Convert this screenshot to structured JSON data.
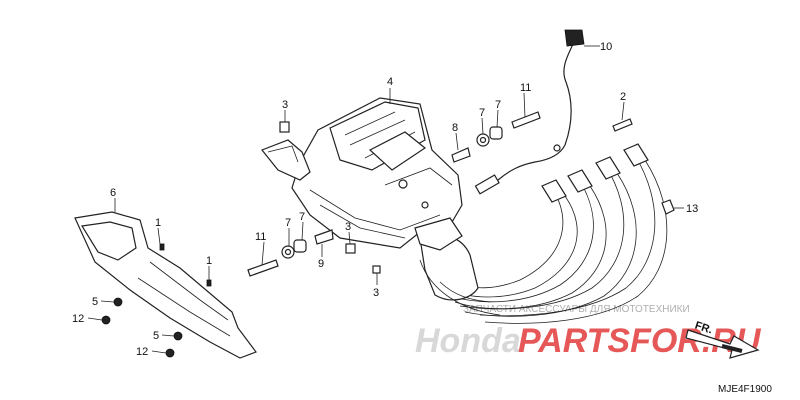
{
  "diagram": {
    "code": "MJE4F1900",
    "labels": {
      "p1a": "1",
      "p1b": "1",
      "p2": "2",
      "p3a": "3",
      "p3b": "3",
      "p3c": "3",
      "p4": "4",
      "p5a": "5",
      "p5b": "5",
      "p6": "6",
      "p7a": "7",
      "p7b": "7",
      "p7c": "7",
      "p8": "8",
      "p9": "9",
      "p10": "10",
      "p11a": "11",
      "p11b": "11",
      "p12a": "12",
      "p12b": "12",
      "p13": "13"
    },
    "fr_label": "FR.",
    "watermark": {
      "brand_left": "Honda",
      "brand_right": "PARTSFOR.RU",
      "tagline": "ЗАПЧАСТИ АКСЕССУАРЫ ДЛЯ МОТОТЕХНИКИ"
    }
  },
  "colors": {
    "watermark_red": "#e23a3a",
    "watermark_gray": "#cfcfcf",
    "line": "#222222"
  }
}
